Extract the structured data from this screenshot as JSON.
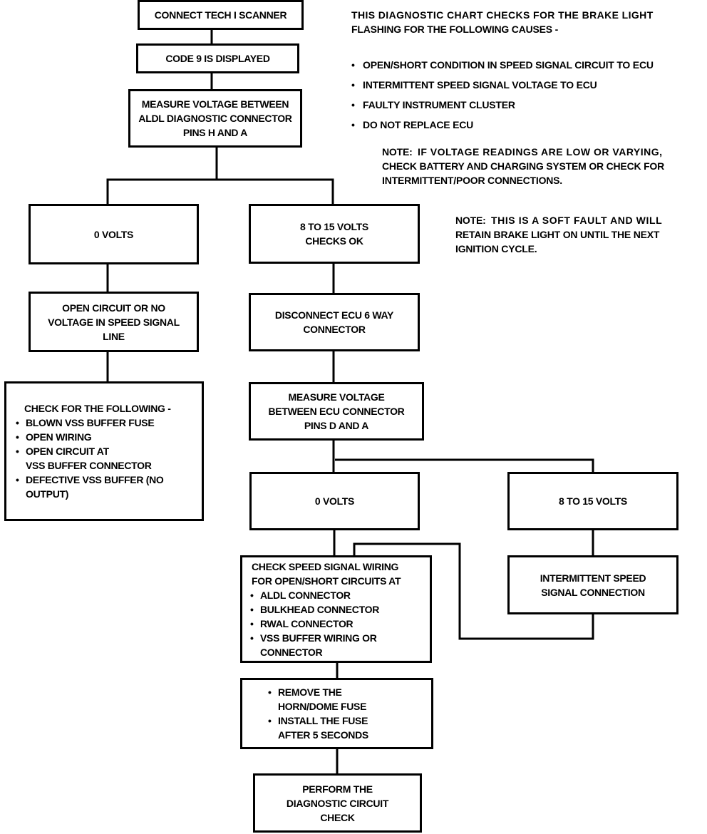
{
  "intro": {
    "text_lines": [
      "THIS DIAGNOSTIC CHART CHECKS FOR THE BRAKE LIGHT",
      "FLASHING FOR THE FOLLOWING CAUSES -"
    ],
    "causes": [
      "OPEN/SHORT CONDITION IN SPEED SIGNAL CIRCUIT TO ECU",
      "INTERMITTENT SPEED SIGNAL VOLTAGE TO ECU",
      "FAULTY INSTRUMENT CLUSTER",
      "DO NOT REPLACE ECU"
    ]
  },
  "notes": [
    {
      "label": "NOTE:",
      "lines": [
        "IF VOLTAGE READINGS ARE LOW OR VARYING,",
        "CHECK BATTERY AND CHARGING SYSTEM OR CHECK FOR",
        "INTERMITTENT/POOR CONNECTIONS."
      ]
    },
    {
      "label": "NOTE:",
      "lines": [
        "THIS IS A SOFT FAULT AND WILL",
        "RETAIN BRAKE LIGHT ON UNTIL THE NEXT",
        "IGNITION CYCLE."
      ]
    }
  ],
  "flow": {
    "connect_scanner": [
      "CONNECT TECH I SCANNER"
    ],
    "code_displayed": [
      "CODE 9 IS DISPLAYED"
    ],
    "measure_aldl": [
      "MEASURE VOLTAGE BETWEEN",
      "ALDL DIAGNOSTIC CONNECTOR",
      "PINS H AND A"
    ],
    "aldl_zero_volts": [
      "0 VOLTS"
    ],
    "aldl_8_15_volts": [
      "8 TO 15 VOLTS",
      "CHECKS OK"
    ],
    "open_circuit": [
      "OPEN CIRCUIT OR NO",
      "VOLTAGE IN SPEED SIGNAL",
      "LINE"
    ],
    "check_following": {
      "heading": "CHECK FOR THE FOLLOWING -",
      "items": [
        [
          "BLOWN VSS BUFFER FUSE"
        ],
        [
          "OPEN WIRING"
        ],
        [
          "OPEN CIRCUIT AT",
          "VSS BUFFER  CONNECTOR"
        ],
        [
          "DEFECTIVE VSS BUFFER (NO",
          "OUTPUT)"
        ]
      ]
    },
    "disconnect_ecu": [
      "DISCONNECT ECU 6 WAY",
      "CONNECTOR"
    ],
    "measure_ecu": [
      "MEASURE VOLTAGE",
      "BETWEEN ECU CONNECTOR",
      "PINS D AND A"
    ],
    "ecu_zero_volts": [
      "0 VOLTS"
    ],
    "ecu_8_15_volts": [
      "8 TO 15 VOLTS"
    ],
    "check_wiring": {
      "heading": [
        "CHECK SPEED SIGNAL WIRING",
        "FOR OPEN/SHORT CIRCUITS AT"
      ],
      "items": [
        [
          "ALDL CONNECTOR"
        ],
        [
          "BULKHEAD CONNECTOR"
        ],
        [
          "RWAL CONNECTOR"
        ],
        [
          "VSS BUFFER WIRING OR",
          "CONNECTOR"
        ]
      ]
    },
    "intermittent": [
      "INTERMITTENT SPEED",
      "SIGNAL CONNECTION"
    ],
    "fuse_steps": {
      "items": [
        [
          "REMOVE THE",
          "HORN/DOME FUSE"
        ],
        [
          "INSTALL THE FUSE",
          "AFTER 5 SECONDS"
        ]
      ]
    },
    "perform_check": [
      "PERFORM THE",
      "DIAGNOSTIC CIRCUIT",
      "CHECK"
    ]
  }
}
